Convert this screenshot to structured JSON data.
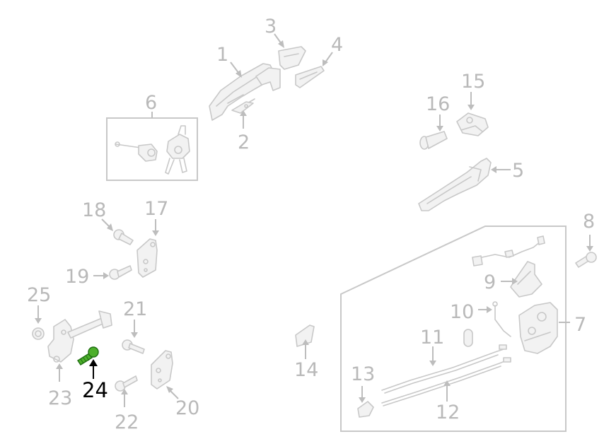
{
  "callouts": {
    "c1": "1",
    "c2": "2",
    "c3": "3",
    "c4": "4",
    "c5": "5",
    "c6": "6",
    "c7": "7",
    "c8": "8",
    "c9": "9",
    "c10": "10",
    "c11": "11",
    "c12": "12",
    "c13": "13",
    "c14": "14",
    "c15": "15",
    "c16": "16",
    "c17": "17",
    "c18": "18",
    "c19": "19",
    "c20": "20",
    "c21": "21",
    "c22": "22",
    "c23": "23",
    "c24": "24",
    "c25": "25"
  },
  "highlight": {
    "part": "24",
    "color": "#4caf2a"
  },
  "colors": {
    "line": "#c8c8c8",
    "label": "#b9b9b9",
    "highlight_label": "#000000"
  }
}
